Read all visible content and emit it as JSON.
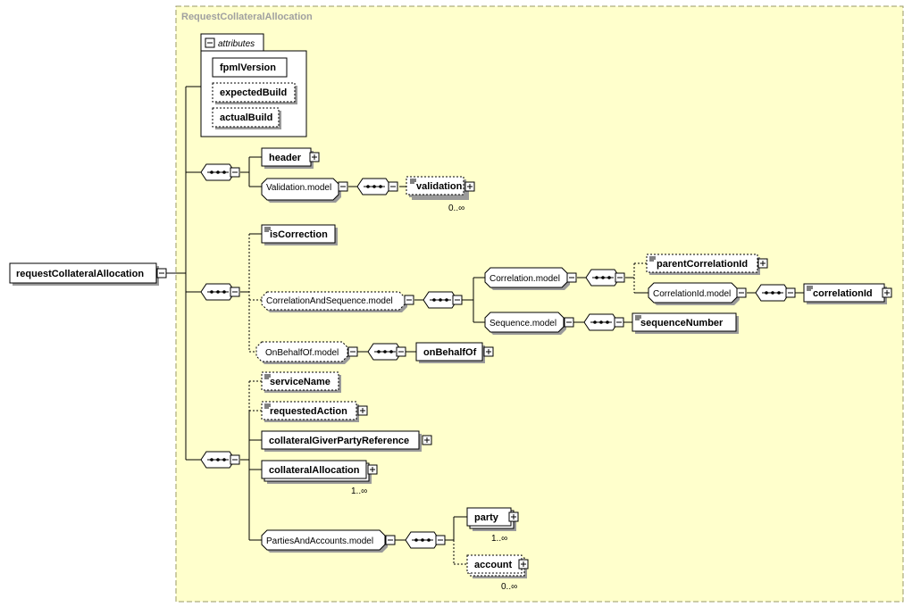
{
  "diagram": {
    "title": "RequestCollateralAllocation",
    "root": "requestCollateralAllocation",
    "attributes": {
      "label": "attributes",
      "items": [
        "fpmlVersion",
        "expectedBuild",
        "actualBuild"
      ]
    },
    "elements": {
      "header": "header",
      "validation": "validation",
      "isCorrection": "isCorrection",
      "parentCorrelationId": "parentCorrelationId",
      "correlationId": "correlationId",
      "sequenceNumber": "sequenceNumber",
      "onBehalfOf": "onBehalfOf",
      "serviceName": "serviceName",
      "requestedAction": "requestedAction",
      "collateralGiverPartyReference": "collateralGiverPartyReference",
      "collateralAllocation": "collateralAllocation",
      "party": "party",
      "account": "account"
    },
    "groups": {
      "validation_model": "Validation.model",
      "correlation_and_sequence_model": "CorrelationAndSequence.model",
      "correlation_model": "Correlation.model",
      "correlation_id_model": "CorrelationId.model",
      "sequence_model": "Sequence.model",
      "on_behalf_of_model": "OnBehalfOf.model",
      "parties_and_accounts_model": "PartiesAndAccounts.model"
    },
    "cardinality": {
      "validation": "0..∞",
      "collateralAllocation": "1..∞",
      "party": "1..∞",
      "account": "0..∞"
    }
  }
}
